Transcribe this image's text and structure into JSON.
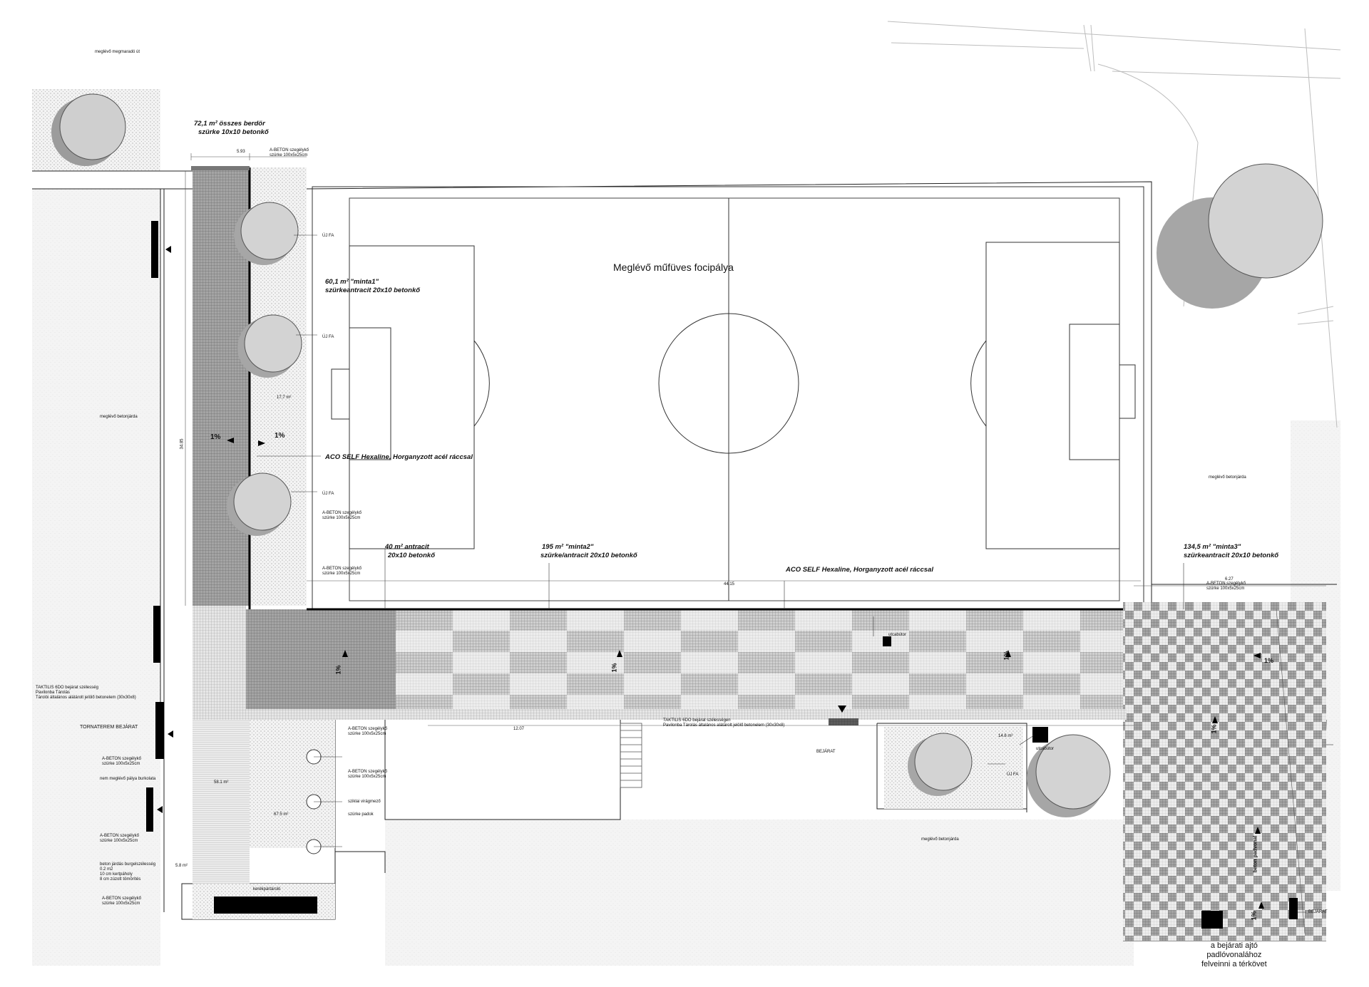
{
  "field": {
    "title": "Meglévő műfüves focipálya"
  },
  "area_labels": {
    "a1_line1": "72,1 m² összes berdör",
    "a1_line2": "szürke 10x10 betonkő",
    "a2_line1": "60,1 m² \"minta1\"",
    "a2_line2": "szürkeantracit 20x10 betonkő",
    "a3_line1": "40 m² antracit",
    "a3_line2": "20x10 betonkő",
    "a4_line1": "195 m² \"minta2\"",
    "a4_line2": "szürke/antracit 20x10 betonkő",
    "a5_line1": "134,5 m² \"minta3\"",
    "a5_line2": "szürkeantracit 20x10 betonkő"
  },
  "drain_labels": {
    "d1": "ACO SELF Hexaline, Horganyzott acél ráccsal",
    "d2": "ACO SELF Hexaline, Horganyzott acél ráccsal"
  },
  "slopes": {
    "s1": "1%",
    "s2": "1%",
    "s3": "1%",
    "s4": "1%",
    "s5": "1%",
    "s6": "1%",
    "s7": "1%",
    "s8": "1%"
  },
  "small_labels": {
    "existing_top": "meglévő megmaradó út",
    "existing_left": "meglévő betonjárda",
    "existing_right": "meglévő betonjárda",
    "existing_bottom": "meglévő betonjárda",
    "tree1": "ÚJ FA",
    "tree2": "ÚJ FA",
    "tree3": "ÚJ FA",
    "tree4": "ÚJ FA",
    "curb1": "A-BETON szegélykő",
    "curb1b": "szürke 100x5x25cm",
    "curb2": "A-BETON szegélykő",
    "curb2b": "szürke 100x5x25cm",
    "curb3": "A-BETON szegélykő",
    "curb3b": "szürke 100x5x25cm",
    "curb4": "A-BETON szegélykő",
    "curb4b": "szürke 100x5x25cm",
    "curb5": "A-BETON szegélykő",
    "curb5b": "szürke 100x5x25cm",
    "curb6": "A-BETON szegélykő",
    "curb6b": "szürke 100x5x25cm",
    "curb7": "A-BETON szegélykő",
    "curb7b": "szürke 100x5x25cm",
    "curb8": "A-BETON szegélykő",
    "curb8b": "szürke 100x5x25cm",
    "curb9": "A-BETON szegélykő",
    "curb9b": "szürke 100x5x25cm",
    "tactile1": "TAKTILIS 6DO bejárat szélesség",
    "tactile1b": "Pavilonba Tárolás",
    "tactile1c": "Tárolói általános alátárolt jelölő betonelem (30x30x8)",
    "tactile2": "TAKTILIS 6DO bejárat szélességen",
    "tactile2b": "Pavilonba Tárolás általános alátárolt jelölő betonelem (30x30x8)",
    "gym_entry": "TORNATEREM BEJÁRAT",
    "entry": "BEJÁRAT",
    "entry2": "BEJÁRAT",
    "dump": "utcabútor",
    "dump2": "utcabútor",
    "grass_sign": "sziklai virágmező",
    "edge_note": "nem meglévő pálya burkolata",
    "bench": "szürke padok",
    "bicycle": "kerékpártároló",
    "bottom_l1": "beton járdás burgelszélesség",
    "bottom_l2": "0.2 m2",
    "bottom_l3": "10 cm kertpáholy",
    "bottom_l4": "8 cm zúzott tömörítés",
    "right_vert": "beton padvonal",
    "area_small1": "17,7 m²",
    "area_small2": "5.8 m²",
    "area_small3": "14.6 m²",
    "area_small4": "67.5 m²",
    "area_small5": "58.1 m²",
    "dim_top": "5.93",
    "dim_field": "44.15",
    "dim_long": "12.07",
    "dim_right": "6.27",
    "dim_v": "34.85"
  },
  "note_bottom": {
    "l1": "a bejárati ajtó",
    "l2": "padlóvonalához",
    "l3": "felveinni a térkövet"
  },
  "colors": {
    "line": "#222222",
    "light_hatch": "#cfcfcf",
    "dark_paving": "#9a9a9a",
    "checker_dark": "#a8a8a8",
    "tree_gray": "#b5b5b5"
  }
}
